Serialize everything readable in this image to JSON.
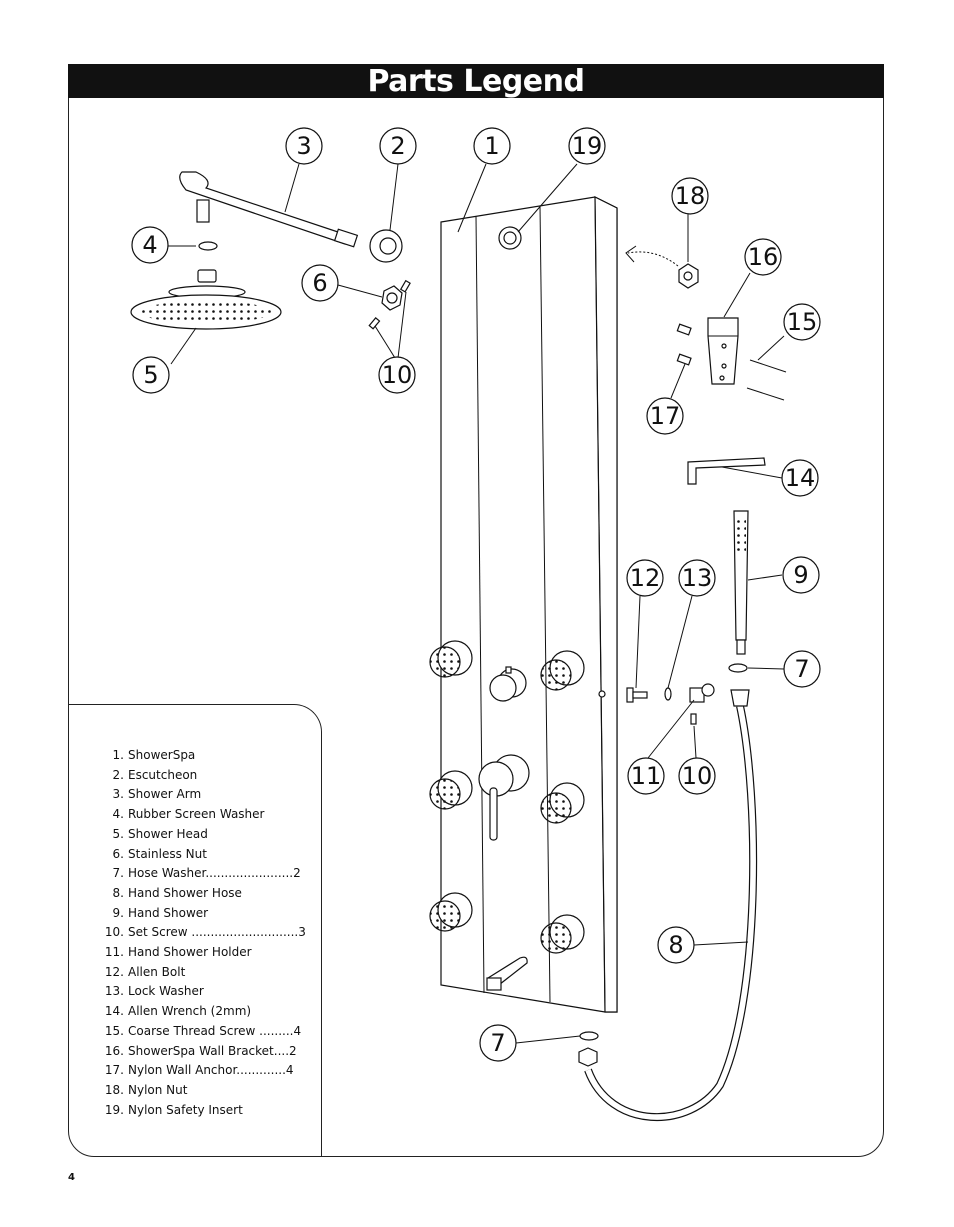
{
  "header": {
    "title": "Parts Legend"
  },
  "page_number": "4",
  "legend": [
    {
      "num": "1.",
      "label": "ShowerSpa"
    },
    {
      "num": "2.",
      "label": "Escutcheon"
    },
    {
      "num": "3.",
      "label": "Shower Arm"
    },
    {
      "num": "4.",
      "label": "Rubber Screen Washer"
    },
    {
      "num": "5.",
      "label": "Shower Head"
    },
    {
      "num": "6.",
      "label": "Stainless Nut"
    },
    {
      "num": "7.",
      "label": "Hose Washer.......................2"
    },
    {
      "num": "8.",
      "label": "Hand Shower Hose"
    },
    {
      "num": "9.",
      "label": "Hand Shower"
    },
    {
      "num": "10.",
      "label": "Set Screw ............................3"
    },
    {
      "num": "11.",
      "label": "Hand Shower Holder"
    },
    {
      "num": "12.",
      "label": "Allen Bolt"
    },
    {
      "num": "13.",
      "label": "Lock Washer"
    },
    {
      "num": "14.",
      "label": "Allen Wrench (2mm)"
    },
    {
      "num": "15.",
      "label": "Coarse Thread Screw .........4"
    },
    {
      "num": "16.",
      "label": "ShowerSpa Wall Bracket....2"
    },
    {
      "num": "17.",
      "label": "Nylon Wall Anchor.............4"
    },
    {
      "num": "18.",
      "label": "Nylon Nut"
    },
    {
      "num": "19.",
      "label": "Nylon Safety Insert"
    }
  ],
  "callouts": {
    "c1": "1",
    "c2": "2",
    "c3": "3",
    "c4": "4",
    "c5": "5",
    "c6": "6",
    "c7a": "7",
    "c7b": "7",
    "c8": "8",
    "c9": "9",
    "c10a": "10",
    "c10b": "10",
    "c11": "11",
    "c12": "12",
    "c13": "13",
    "c14": "14",
    "c15": "15",
    "c16": "16",
    "c17": "17",
    "c18": "18",
    "c19": "19"
  }
}
